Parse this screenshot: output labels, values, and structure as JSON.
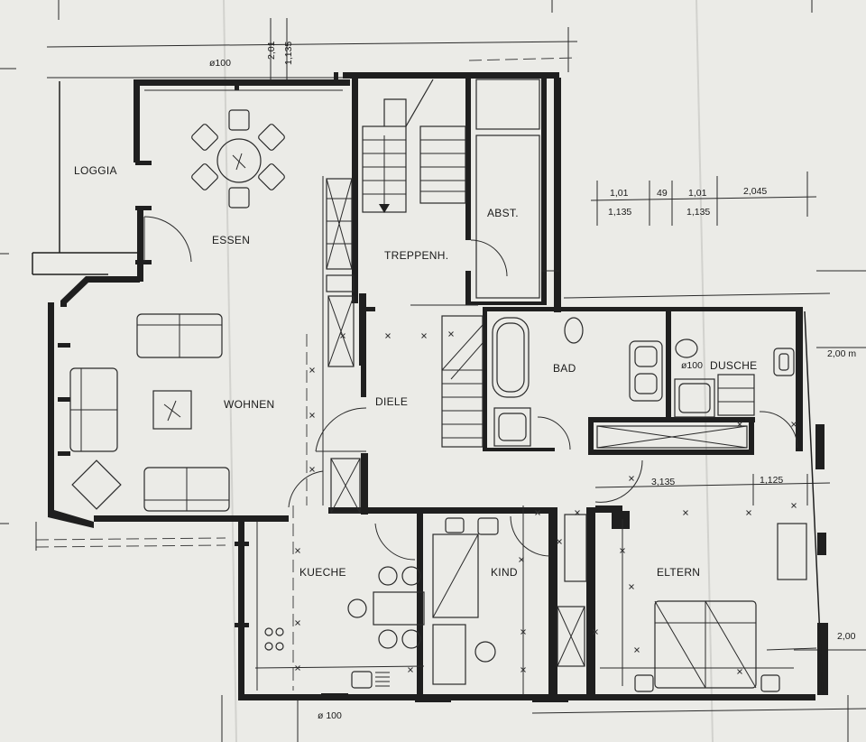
{
  "rooms": {
    "loggia": "LOGGIA",
    "essen": "ESSEN",
    "wohnen": "WOHNEN",
    "treppenhaus": "TREPPENH.",
    "abstell": "ABST.",
    "diele": "DIELE",
    "bad": "BAD",
    "dusche": "DUSCHE",
    "kueche": "KUECHE",
    "kind": "KIND",
    "eltern": "ELTERN"
  },
  "dimensions": {
    "top_201": "2,01",
    "top_1135": "1,135",
    "top_diam": "ø100",
    "d_101_a": "1,01",
    "d_49": "49",
    "d_101_b": "1,01",
    "d_2045": "2,045",
    "d_1135_a": "1,135",
    "d_1135_b": "1,135",
    "right_200_top": "2,00 m",
    "dusche_diam": "ø100",
    "d_3135": "3,135",
    "d_1125": "1,125",
    "right_200_bottom": "2,00",
    "bottom_diam": "ø 100"
  }
}
